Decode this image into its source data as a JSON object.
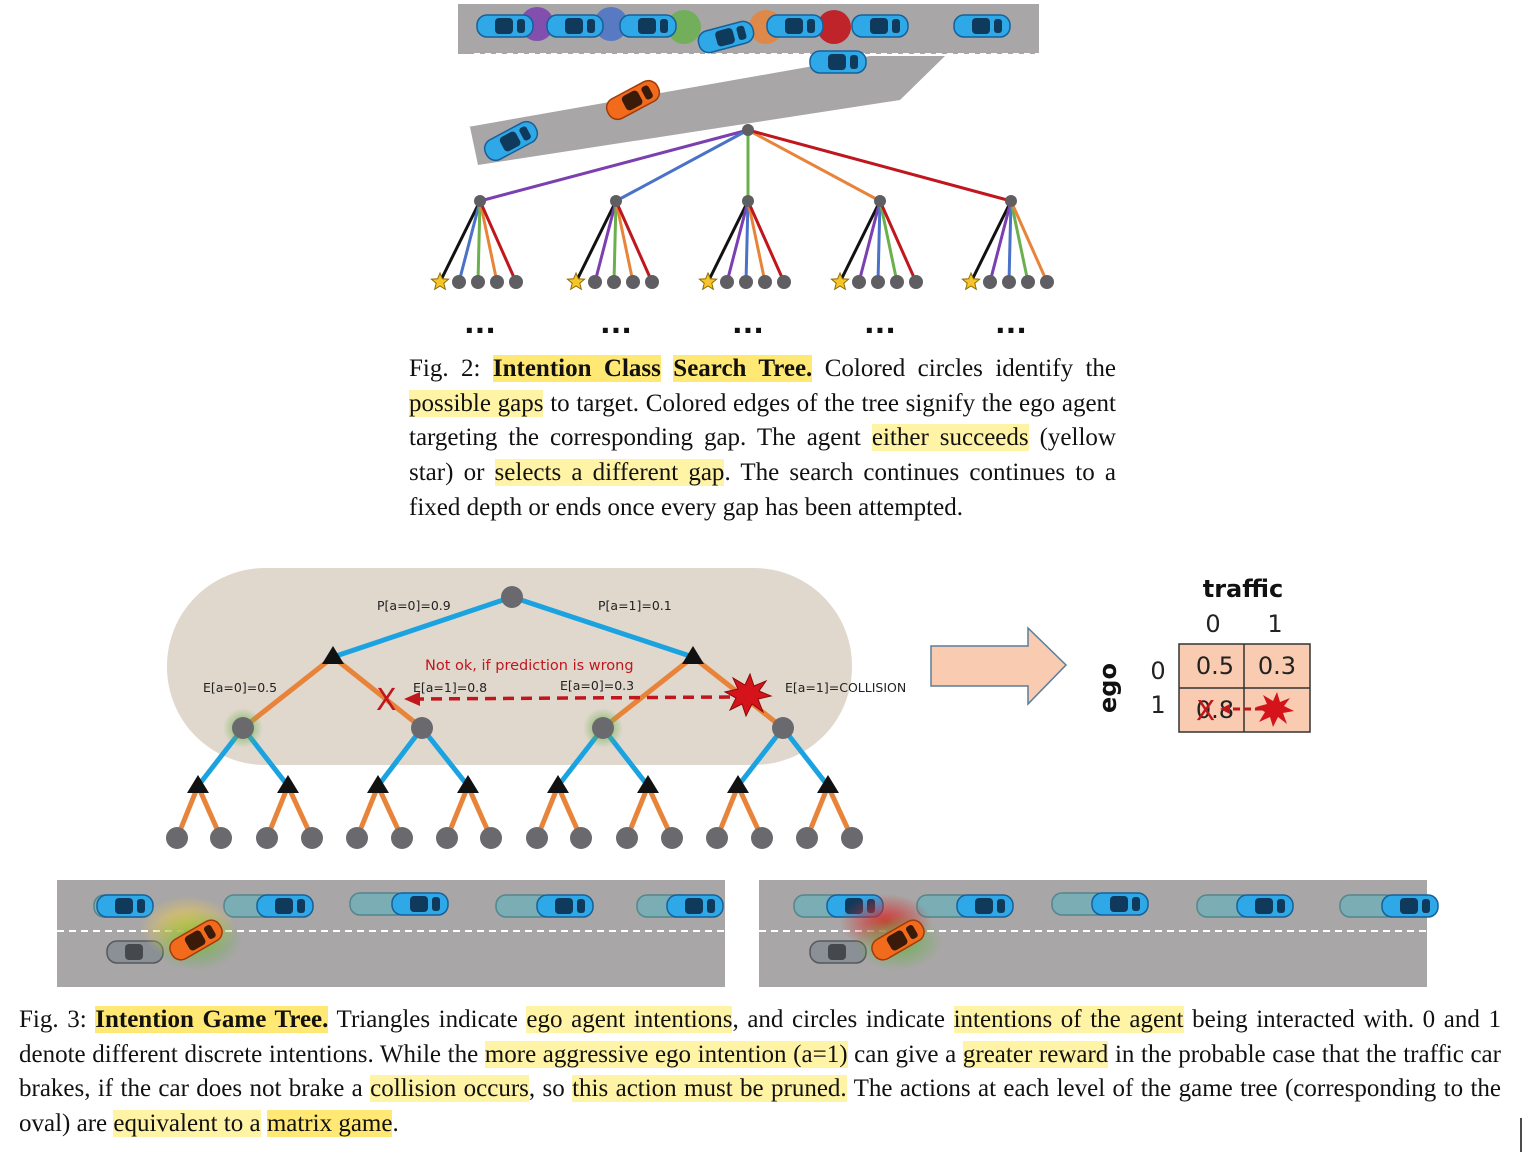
{
  "fig2": {
    "ellipsis": "...",
    "caption": {
      "prefix": "Fig. 2: ",
      "title_a": "Intention Class",
      "title_b": "Search Tree.",
      "t1": " Colored circles identify the ",
      "h1": "possible gaps",
      "t2": " to target. Colored edges of the tree signify the ego agent targeting the corresponding gap. The agent ",
      "h2": "either succeeds",
      "t3": " (yellow star) or ",
      "h3": "selects a different gap",
      "t4": ". The search continues continues to a fixed depth or ends once every gap has been attempted."
    },
    "gap_colors": [
      "#7b3fb0",
      "#4a72c8",
      "#6ab04c",
      "#e8843a",
      "#c0161d"
    ],
    "success_marker": "yellow-star"
  },
  "fig3": {
    "labels": {
      "p0": "P[a=0]=0.9",
      "p1": "P[a=1]=0.1",
      "e_left0": "E[a=0]=0.5",
      "e_left1": "E[a=1]=0.8",
      "e_right0": "E[a=0]=0.3",
      "e_right1": "E[a=1]=COLLISION",
      "warning": "Not ok, if prediction is wrong"
    },
    "matrix": {
      "col_title": "traffic",
      "row_title": "ego",
      "col_labels": [
        "0",
        "1"
      ],
      "row_labels": [
        "0",
        "1"
      ],
      "cells": [
        [
          "0.5",
          "0.3"
        ],
        [
          "0.8",
          "collision"
        ]
      ],
      "cell_color": "#f9cbb1"
    },
    "colors": {
      "ego_edge": "#1aa3e0",
      "traffic_edge": "#e8843a",
      "oval": "#e0d8cd",
      "collision": "#c0161d",
      "success_glow": "#6ab04c"
    },
    "caption": {
      "prefix": "Fig. 3: ",
      "title": "Intention Game Tree.",
      "t1": " Triangles indicate ",
      "h1": "ego agent intentions",
      "t2": ", and circles indicate ",
      "h2": "intentions of the agent",
      "t3": " being interacted with. 0 and 1 denote different discrete intentions. While the ",
      "h3": "more aggressive ego intention (a=1)",
      "t4": " can give a ",
      "h4": "greater reward",
      "t5": " in the probable case that the traffic car brakes, if the car does not brake a ",
      "h5": "collision occurs",
      "t6": ", so ",
      "h6": "this action must be pruned.",
      "t7": " The actions at each level of the game tree (corresponding to the oval) are ",
      "h7": "equivalent to a",
      "h8": "matrix game",
      "t8": "."
    }
  }
}
